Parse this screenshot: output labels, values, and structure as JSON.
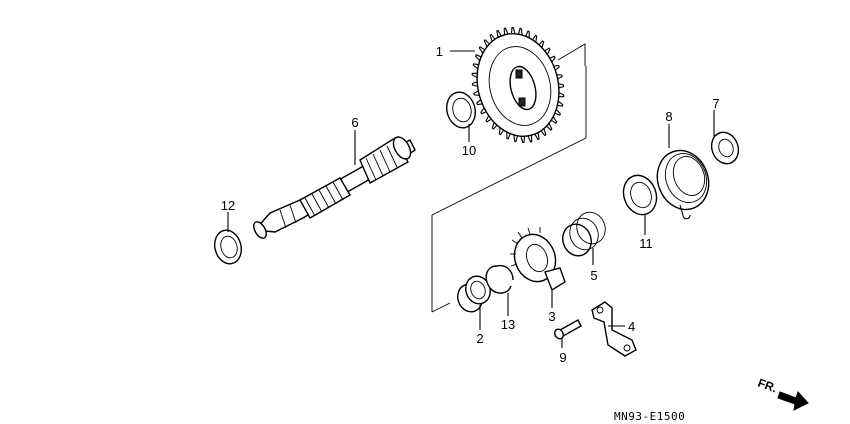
{
  "diagram": {
    "diagram_code": "MN93-E1500",
    "direction_label": "FR.",
    "callouts": [
      {
        "id": "callout-1",
        "number": "1"
      },
      {
        "id": "callout-2",
        "number": "2"
      },
      {
        "id": "callout-3",
        "number": "3"
      },
      {
        "id": "callout-4",
        "number": "4"
      },
      {
        "id": "callout-5",
        "number": "5"
      },
      {
        "id": "callout-6",
        "number": "6"
      },
      {
        "id": "callout-7",
        "number": "7"
      },
      {
        "id": "callout-8",
        "number": "8"
      },
      {
        "id": "callout-9",
        "number": "9"
      },
      {
        "id": "callout-10",
        "number": "10"
      },
      {
        "id": "callout-11",
        "number": "11"
      },
      {
        "id": "callout-12",
        "number": "12"
      },
      {
        "id": "callout-13",
        "number": "13"
      }
    ]
  }
}
